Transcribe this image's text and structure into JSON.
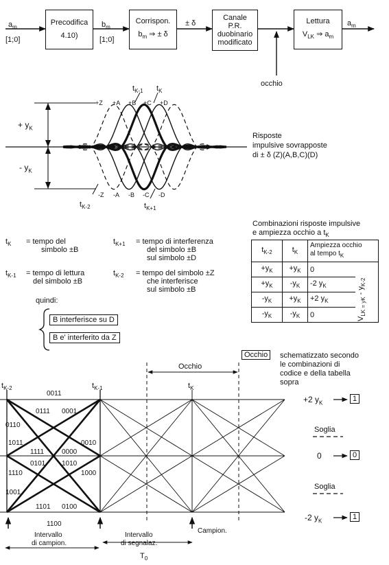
{
  "block": {
    "in_sym": "a",
    "in_sub": "m",
    "in_set": "[1;0]",
    "b_sym": "b",
    "b_sub": "m",
    "b_set": "[1;0]",
    "precod_1": "Precodifica",
    "precod_2": "4.10)",
    "corr_1": "Corrispon.",
    "corr_2": "b",
    "corr_2_sub": "m",
    "corr_2_tail": "⇒ ± δ",
    "pm_delta": "± δ",
    "canale_1": "Canale",
    "canale_2": "P.R.",
    "canale_3": "duobinario",
    "canale_4": "modificato",
    "lettura_1": "Lettura",
    "lettura_2": "V",
    "lettura_2_sub": "LK",
    "lettura_2_tail": "⇒ a",
    "lettura_2_tail_sub": "m",
    "out_sym": "a",
    "out_sub": "m",
    "occhio": "occhio"
  },
  "impulse": {
    "plus_y": "+ y",
    "minus_y": "- y",
    "y_sub": "K",
    "top_labels": [
      "+Z",
      "+A",
      "+B",
      "+C",
      "+D"
    ],
    "bot_labels": [
      "-Z",
      "-A",
      "-B",
      "-C",
      "-D"
    ],
    "tk1": "t",
    "tk1_sub": "K-1",
    "tk": "t",
    "tk_sub": "K",
    "tk2": "t",
    "tk2_sub": "K-2",
    "tkp1": "t",
    "tkp1_sub": "K+1",
    "caption": [
      "Risposte",
      "impulsive  sovrapposte",
      "di ± δ (Z)(A,B,C)(D)"
    ]
  },
  "defs": {
    "d1_sym": "t",
    "d1_sub": "K",
    "d1_text": [
      "=  tempo del",
      "simbolo ±B"
    ],
    "d2_sym": "t",
    "d2_sub": "K+1",
    "d2_text": [
      "=  tempo di interferenza",
      "del simbolo ±B",
      "sul simbolo ±D"
    ],
    "d3_sym": "t",
    "d3_sub": "K-1",
    "d3_text": [
      "=  tempo di lettura",
      "del simbolo ±B"
    ],
    "d4_sym": "t",
    "d4_sub": "K-2",
    "d4_text": [
      "=  tempo del simbolo ±Z",
      "che interferisce",
      "sul simbolo ±B"
    ],
    "quindi": "quindi:",
    "brace_1": "B interferisce su D",
    "brace_2": "B e' interferito da Z"
  },
  "table": {
    "title_1": "Combinazioni  risposte impulsive",
    "title_2": "e ampiezza occhio a t",
    "title_2_sub": "K",
    "head": [
      "t",
      "t",
      "Ampiezza  occhio",
      "al tempo  t"
    ],
    "head_subs": [
      "K-2",
      "K",
      "K"
    ],
    "rows": [
      [
        "+y",
        "+y",
        "0"
      ],
      [
        "+y",
        "-y",
        "-2 y"
      ],
      [
        "-y",
        "+y",
        "+2 y"
      ],
      [
        "-y",
        "-y",
        "0"
      ]
    ],
    "sub": "K",
    "vlk": "V",
    "vlk_rest": "LK = y",
    "vlk_sub1": "K",
    "vlk_mid": " - y",
    "vlk_sub2": "K-2"
  },
  "eye": {
    "occhio_box": "Occhio",
    "caption": [
      "schematizzato secondo",
      "le combinazioni  di",
      "codice e della tabella",
      "sopra"
    ],
    "occhio_top": "Occhio",
    "tk2": "t",
    "tk2_sub": "K-2",
    "tk1": "t",
    "tk1_sub": "K-1",
    "tk": "t",
    "tk_sub": "K",
    "codes": [
      "0011",
      "0111",
      "0001",
      "0110",
      "1011",
      "0010",
      "1111",
      "0000",
      "0101",
      "1010",
      "1110",
      "1000",
      "1001",
      "1101",
      "0100",
      "1100"
    ],
    "level_top": "+2 y",
    "level_mid": "0",
    "level_bot": "-2 y",
    "level_sub": "K",
    "out_top": "1",
    "out_mid": "0",
    "out_bot": "1",
    "soglia": "Soglia",
    "int_campion_1": "Intervallo",
    "int_campion_2": "di campion.",
    "int_segn_1": "Intervallo",
    "int_segn_2": "di segnalaz.",
    "t0": "T",
    "t0_sub": "0",
    "campion": "Campion."
  }
}
